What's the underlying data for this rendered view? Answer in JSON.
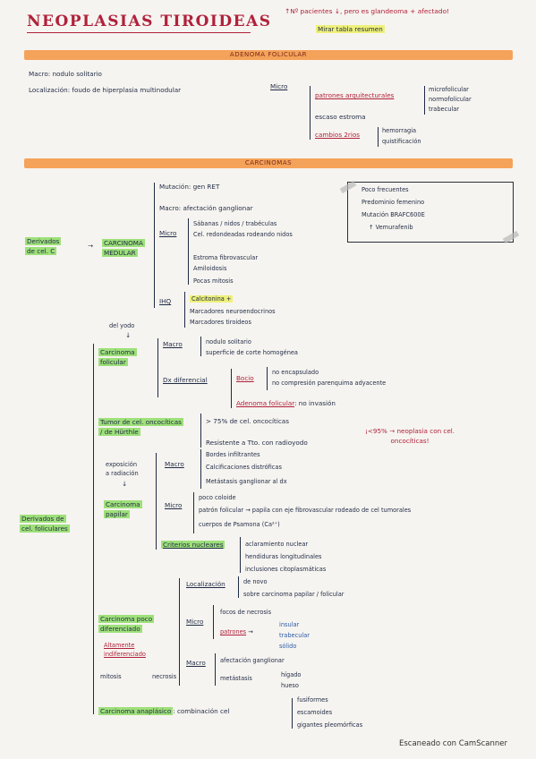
{
  "header": {
    "title": "NEOPLASIAS TIROIDEAS",
    "note_top": "↑Nº pacientes ↓, pero es glandeoma + afectado!",
    "note_sub": "Mirar tabla resumen"
  },
  "adenoma": {
    "bar": "ADENOMA FOLICULAR",
    "macro": "Macro: nodulo solitario",
    "localizacion": "Localización: foudo de hiperplasia multinodular",
    "micro_label": "Micro",
    "patrones": "patrones arquitecturales",
    "patrones_items": [
      "microfolicular",
      "normofolicular",
      "trabecular"
    ],
    "escaso": "escaso estroma",
    "cambios": "cambios 2rios",
    "cambios_items": [
      "hemorragia",
      "quistificación"
    ]
  },
  "carcinomas": {
    "bar": "CARCINOMAS",
    "derivados_c": [
      "Derivados",
      "de cel. C"
    ],
    "medular": [
      "CARCINOMA",
      "MEDULAR"
    ],
    "mutacion": "Mutación: gen RET",
    "macro_medular": "Macro: afectación ganglionar",
    "micro_medular_label": "Micro",
    "micro_medular_items": [
      "Sábanas / nidos / trabéculas",
      "Cel. redondeadas rodeando nidos",
      "Estroma fibrovascular",
      "Amiloidosis",
      "Pocas mitosis"
    ],
    "ihq_label": "IHQ",
    "ihq_items": [
      "Calcitonina +",
      "Marcadores neuroendocrinos",
      "Marcadores tiroideos"
    ],
    "box_items": [
      "Poco frecuentes",
      "Predominio femenino",
      "Mutación BRAFC600E",
      "↑ Vemurafenib"
    ],
    "del_yodo": "del yodo",
    "derivados_f": [
      "Derivados de",
      "cel. foliculares"
    ],
    "folicular": [
      "Carcinoma",
      "folicular"
    ],
    "macro_fol": "Macro",
    "macro_fol_items": [
      "nodulo solitario",
      "superficie de corte homogénea"
    ],
    "dx_dif": "Dx diferencial",
    "bocio": "Bocio",
    "bocio_items": [
      "no encapsulado",
      "no compresión parenquima adyacente"
    ],
    "adenoma_fol": "Adenoma folicular",
    "adenoma_fol_note": ": no invasión",
    "hurthle": [
      "Tumor de cel. oncocíticas",
      "/ de Hürthle"
    ],
    "hurthle_items": [
      "> 75% de cel. oncocíticas",
      "Resistente a Tto. con radioyodo"
    ],
    "hurthle_note": [
      "¡<95% → neoplasia con cel.",
      "oncocíticas!"
    ],
    "exposicion": [
      "exposición",
      "a radiación"
    ],
    "papilar": [
      "Carcinoma",
      "papilar"
    ],
    "macro_pap": "Macro",
    "macro_pap_items": [
      "Bordes infiltrantes",
      "Calcificaciones distróficas",
      "Metástasis ganglionar al dx"
    ],
    "micro_pap": "Micro",
    "micro_pap_items": [
      "poco coloide",
      "patrón folicular → papila con eje fibrovascular rodeado de cel tumorales",
      "cuerpos de Psamona (Ca²⁺)"
    ],
    "criterios": "Criterios nucleares",
    "criterios_items": [
      "aclaramiento nuclear",
      "hendiduras longitudinales",
      "inclusiones citoplasmáticas"
    ],
    "poco_dif": [
      "Carcinoma poco",
      "diferenciado"
    ],
    "localizacion_pd": "Localización",
    "localizacion_pd_items": [
      "de novo",
      "sobre carcinoma papilar / folicular"
    ],
    "micro_pd": "Micro",
    "focos": "focos de necrosis",
    "patrones_pd": "patrones",
    "patrones_pd_items": [
      "insular",
      "trabecular",
      "sólido"
    ],
    "macro_pd": "Macro",
    "macro_pd_items": [
      "afectación ganglionar",
      "metástasis",
      "hígado",
      "hueso"
    ],
    "altamente": [
      "Altamente",
      "indiferenciado"
    ],
    "mitosis": "mitosis",
    "necrosis": "necrosis",
    "anaplasico": "Carcinoma anaplásico",
    "anaplasico_desc": ": combinación cel",
    "anaplasico_items": [
      "fusiformes",
      "escamoides",
      "gigantes pleomórficas"
    ]
  },
  "footer": "Escaneado con CamScanner",
  "colors": {
    "accent_bar": "#f5a25a",
    "ink": "#1f2a44",
    "red_ink": "#b0213a",
    "highlight_yellow": "#eef07a",
    "highlight_green": "#9ee07a"
  }
}
